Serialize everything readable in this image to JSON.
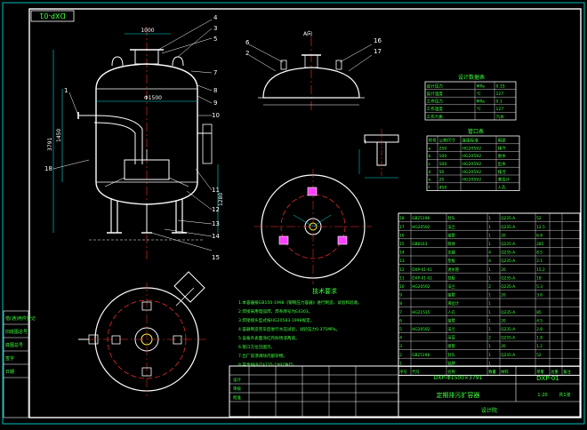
{
  "drawing_no_top": "DXP-01",
  "drawing_no_box": "DXP-01",
  "view_a_label": "A向",
  "detail_label": "I",
  "title_spec": "DXP-Φ1500×3791",
  "title_name": "定期排污扩容器",
  "company": "设计院",
  "callouts": [
    "1",
    "2",
    "3",
    "4",
    "5",
    "6",
    "7",
    "8",
    "9",
    "10",
    "11",
    "12",
    "13",
    "14",
    "15",
    "16",
    "17",
    "18"
  ],
  "dims": {
    "top_width": "1000",
    "diameter": "Φ1500",
    "height_total": "3791",
    "height_mid": "1450",
    "height_low": "1280"
  },
  "tech_req_title": "技术要求",
  "tech_req": [
    "1.本容器按GB150-1998《钢制压力容器》进行制造、试验和验收。",
    "2.焊接采用电弧焊，焊条牌号为E4303。",
    "3.焊接接头型式按HG20583-1998规定。",
    "4.容器制造完毕后进行水压试验，试验压力0.375MPa。",
    "5.设备外表面涂红丹防锈漆两道。",
    "6.管口方位见图示。",
    "7.出厂前须清除内部杂物。",
    "8.其余按JB/T4735-1997执行。"
  ],
  "design_data_title": "设计数据表",
  "design_data": [
    [
      "设计压力",
      "MPa",
      "0.15"
    ],
    [
      "设计温度",
      "℃",
      "127"
    ],
    [
      "工作压力",
      "MPa",
      "0.1"
    ],
    [
      "工作温度",
      "℃",
      "127"
    ],
    [
      "工作介质",
      "",
      "汽水"
    ]
  ],
  "nozzle_title": "管口表",
  "nozzle_header": [
    "符号",
    "公称尺寸",
    "连接标准",
    "用途"
  ],
  "nozzle_rows": [
    [
      "a",
      "250",
      "HG20592",
      "排汽"
    ],
    [
      "b",
      "100",
      "HG20592",
      "进水"
    ],
    [
      "c",
      "100",
      "HG20592",
      "出水"
    ],
    [
      "d",
      "50",
      "HG20592",
      "排污"
    ],
    [
      "e",
      "20",
      "HG20592",
      "液位计"
    ],
    [
      "f",
      "450",
      "",
      "人孔"
    ]
  ],
  "parts_header": [
    "序号",
    "代号",
    "名称",
    "数量",
    "材料",
    "单重",
    "总重",
    "备注"
  ],
  "parts_rows": [
    [
      "18",
      "GB25198",
      "封头",
      "1",
      "Q235-A",
      "52",
      ""
    ],
    [
      "17",
      "HG20592",
      "法兰",
      "1",
      "Q235-A",
      "12.5",
      ""
    ],
    [
      "16",
      "",
      "接管",
      "1",
      "20",
      "6.8",
      ""
    ],
    [
      "15",
      "GB8163",
      "筒体",
      "1",
      "Q235-A",
      "285",
      ""
    ],
    [
      "14",
      "",
      "支腿",
      "4",
      "Q235-A",
      "8.5",
      ""
    ],
    [
      "13",
      "",
      "垫板",
      "4",
      "Q235-A",
      "2.1",
      ""
    ],
    [
      "12",
      "DXP-01-01",
      "进水管",
      "1",
      "20",
      "15.2",
      ""
    ],
    [
      "11",
      "DXP-01-02",
      "挡板",
      "1",
      "Q235-A",
      "18",
      ""
    ],
    [
      "10",
      "HG20592",
      "法兰",
      "2",
      "Q235-A",
      "5.3",
      ""
    ],
    [
      "9",
      "",
      "接管",
      "1",
      "20",
      "3.6",
      ""
    ],
    [
      "8",
      "",
      "液位计",
      "1",
      "",
      "",
      ""
    ],
    [
      "7",
      "HG21515",
      "人孔",
      "1",
      "Q235-A",
      "85",
      ""
    ],
    [
      "6",
      "",
      "接管",
      "1",
      "20",
      "4.5",
      ""
    ],
    [
      "5",
      "HG20592",
      "法兰",
      "1",
      "Q235-A",
      "2.8",
      ""
    ],
    [
      "4",
      "",
      "吊耳",
      "2",
      "Q235-A",
      "1.8",
      ""
    ],
    [
      "3",
      "",
      "接管",
      "1",
      "20",
      "1.2",
      ""
    ],
    [
      "2",
      "GB25198",
      "封头",
      "1",
      "Q235-A",
      "52",
      ""
    ],
    [
      "1",
      "",
      "铭牌",
      "1",
      "",
      "",
      ""
    ]
  ],
  "title_block": {
    "scale": "1:20",
    "sheet": "共1张",
    "design": "设计",
    "check": "审核",
    "approve": "批准"
  },
  "side_labels": [
    "借(通)用件登记",
    "旧底图总号",
    "底图总号",
    "签字",
    "日期"
  ],
  "colors": {
    "frame": "#ffffff",
    "outline": "#ffffff",
    "center": "#ff3030",
    "dim": "#00e0e0",
    "text_green": "#40ff40",
    "yellow": "#ffff40",
    "magenta": "#ff40ff"
  }
}
